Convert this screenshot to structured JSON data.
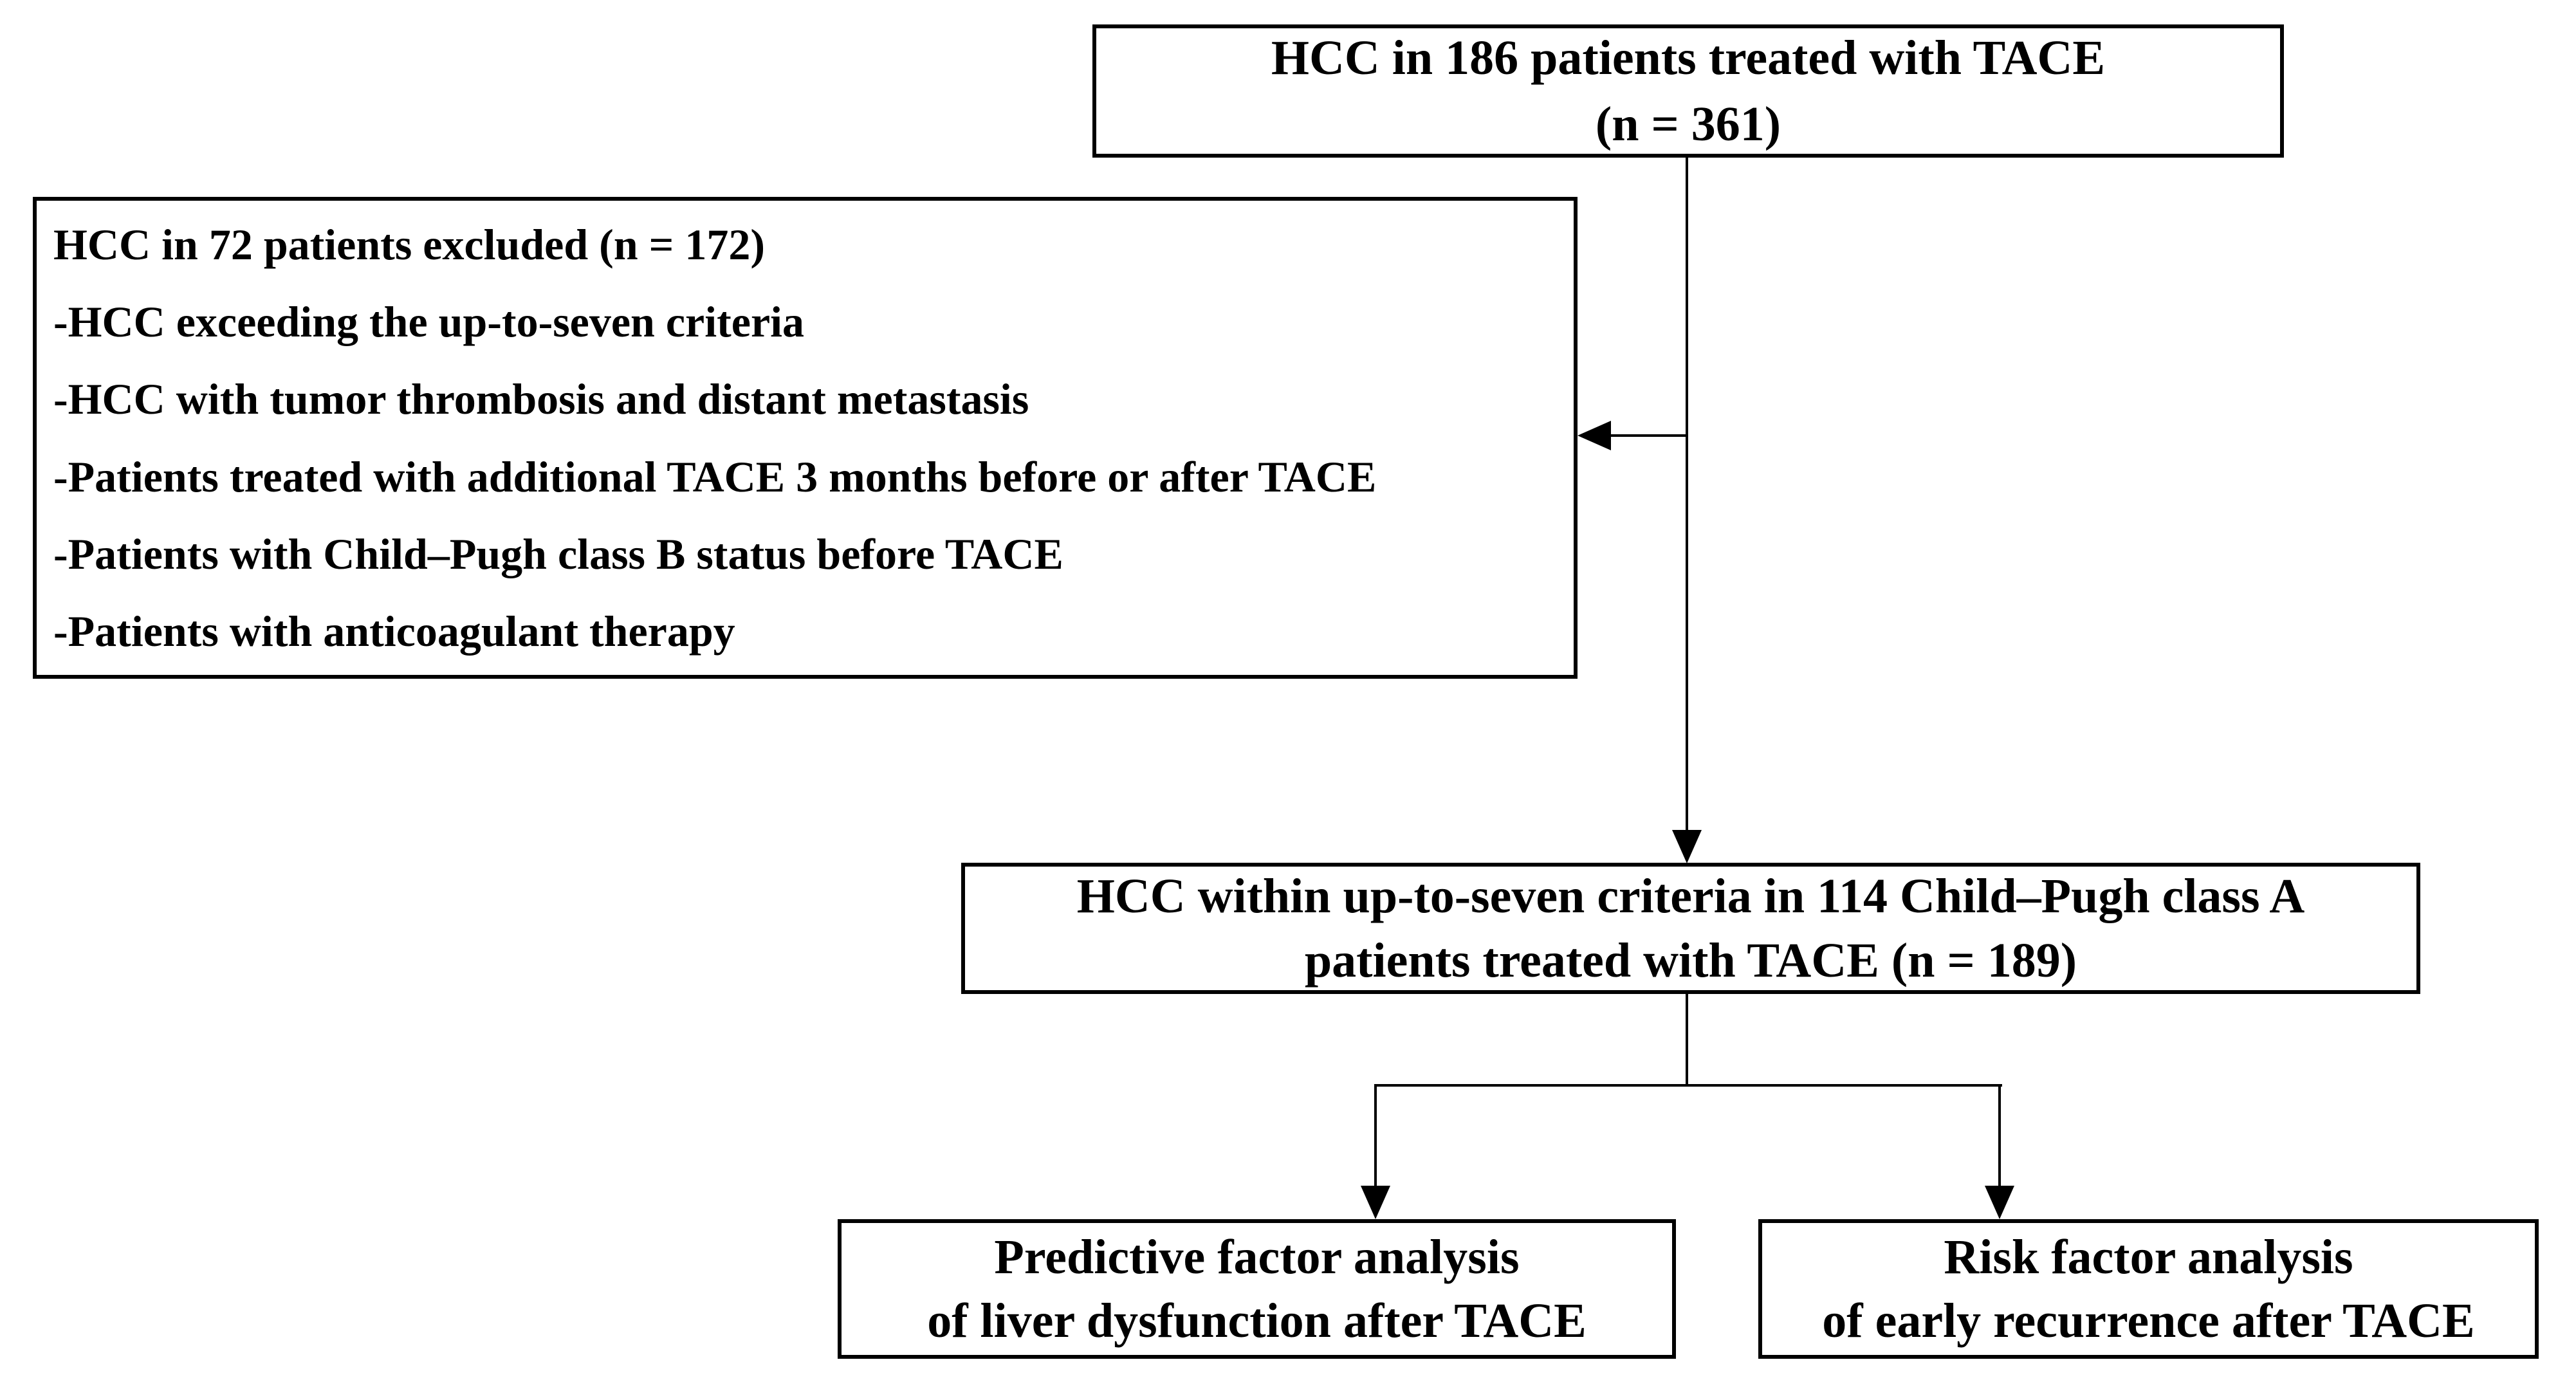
{
  "boxes": {
    "top": {
      "lines": [
        "HCC in 186 patients treated with TACE",
        "(n = 361)"
      ]
    },
    "exclusion": {
      "lines": [
        "HCC in 72 patients excluded (n = 172)",
        "-HCC exceeding the up-to-seven criteria",
        "-HCC with tumor thrombosis and distant metastasis",
        "-Patients treated with additional TACE 3 months before or after TACE",
        "-Patients with Child–Pugh class B status before TACE",
        "-Patients with anticoagulant therapy"
      ]
    },
    "cohort": {
      "lines": [
        "HCC within up-to-seven criteria in 114 Child–Pugh class A",
        "patients treated with TACE (n = 189)"
      ]
    },
    "predictive": {
      "lines": [
        "Predictive factor analysis",
        "of liver dysfunction after TACE"
      ]
    },
    "risk": {
      "lines": [
        "Risk factor analysis",
        "of early recurrence after TACE"
      ]
    }
  },
  "connectors": [
    {
      "name": "top-to-cohort",
      "type": "arrow-down"
    },
    {
      "name": "trunk-to-exclusion",
      "type": "arrow-left"
    },
    {
      "name": "cohort-split-left-to-predictive",
      "type": "arrow-down"
    },
    {
      "name": "cohort-split-right-to-risk",
      "type": "arrow-down"
    }
  ],
  "colors": {
    "line": "#000000",
    "text": "#000000",
    "background": "#ffffff"
  }
}
